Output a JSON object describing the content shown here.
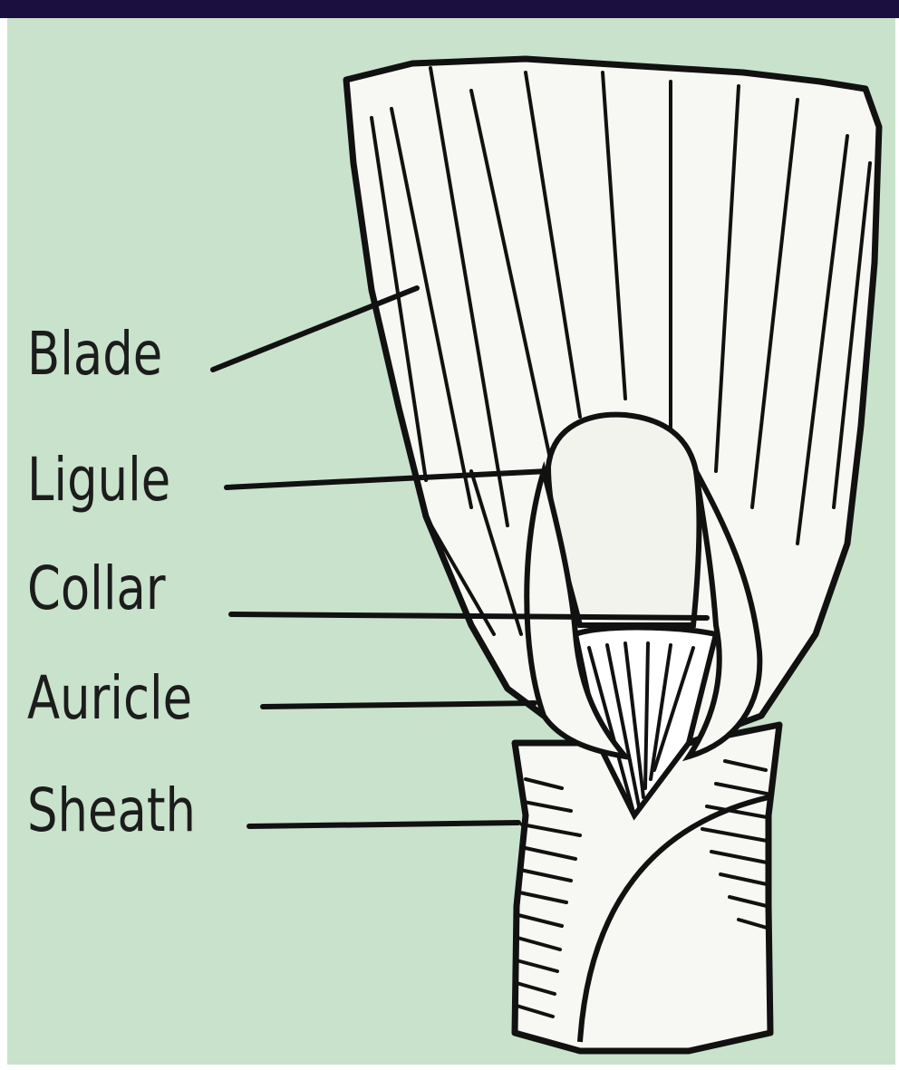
{
  "colors": {
    "background": "#c9e2cc",
    "header_bar": "#1a0f3f",
    "ink": "#111111",
    "leaf_fill": "#f7f7f3",
    "label_text": "#1c1c1c"
  },
  "labels": {
    "blade": "Blade",
    "ligule": "Ligule",
    "collar": "Collar",
    "auricle": "Auricle",
    "sheath": "Sheath"
  }
}
